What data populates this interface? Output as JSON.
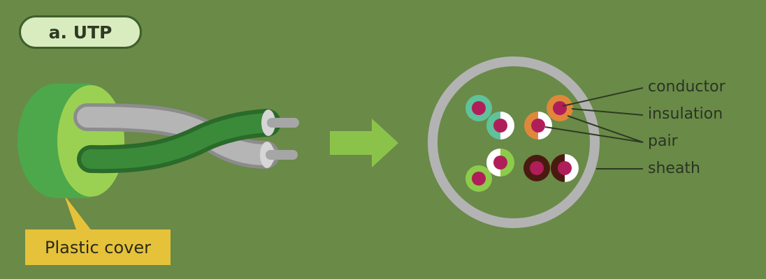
{
  "title": "a. UTP",
  "callout": "Plastic cover",
  "labels": {
    "conductor": "conductor",
    "insulation": "insulation",
    "pair": "pair",
    "sheath": "sheath"
  },
  "colors": {
    "background": "#6a8a48",
    "title_fill": "#d9ecbf",
    "callout_fill": "#e6c23a",
    "arrow": "#8bc34a",
    "sheath_ring": "#b3b3b3",
    "conductor": "#b01e5a",
    "pair_green": "#5fc29a",
    "pair_orange": "#e0883a",
    "pair_lightgreen": "#8ccc4a",
    "pair_brown": "#4a1a10"
  }
}
